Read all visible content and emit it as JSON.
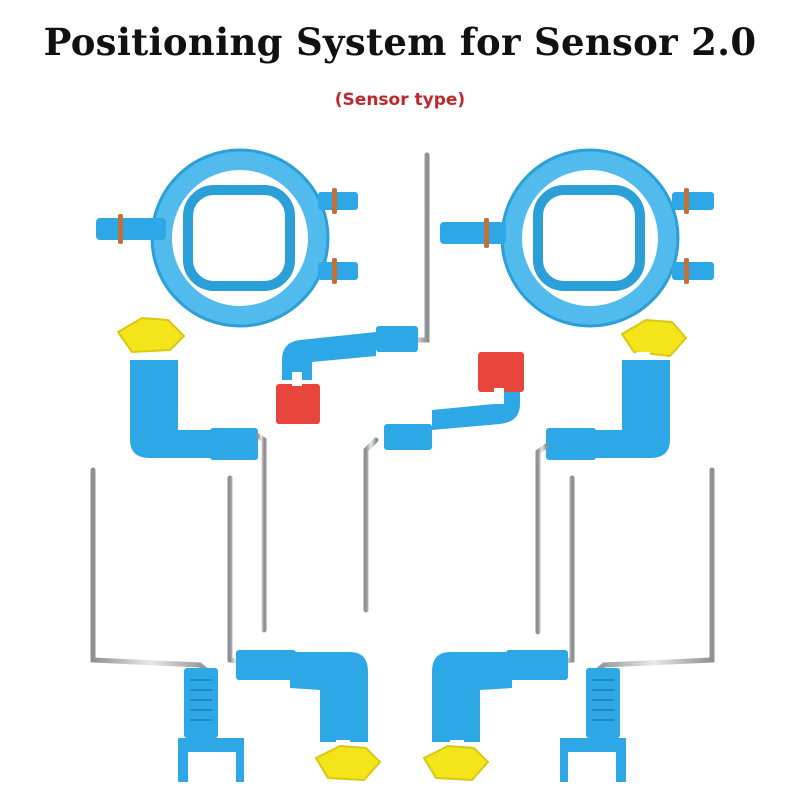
{
  "header": {
    "title": "Positioning System for Sensor 2.0",
    "subtitle": "(Sensor type)"
  },
  "colors": {
    "background": "#ffffff",
    "title": "#111111",
    "subtitle": "#c0282d",
    "ring_blue": "#3fb4ec",
    "arm_blue": "#2ea7e6",
    "bite_yellow": "#f4e41a",
    "bite_red": "#e8453c",
    "rod_metal": "#b9bcc0",
    "o_ring": "#c2703a"
  },
  "product_photo": {
    "items": [
      "aiming-ring",
      "aiming-ring",
      "bite-block-arm",
      "bite-block-arm",
      "bite-block-arm",
      "bite-block-arm",
      "bite-block-arm",
      "bite-block-arm",
      "indicator-rod",
      "indicator-rod",
      "indicator-rod",
      "indicator-rod",
      "indicator-rod",
      "indicator-rod"
    ]
  }
}
